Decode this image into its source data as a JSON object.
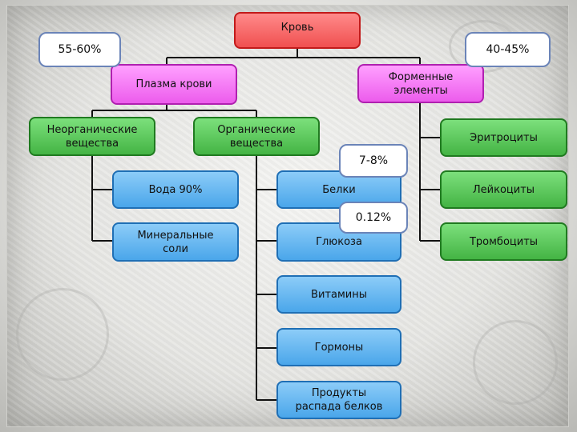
{
  "root": "Кровь",
  "plasma": {
    "label": "Плазма крови",
    "share": "55-60%",
    "inorganic": {
      "label": "Неорганические\nвещества",
      "children": [
        "Вода 90%",
        "Минеральные\nсоли"
      ]
    },
    "organic": {
      "label": "Органические\nвещества",
      "children": [
        "Белки",
        "Глюкоза",
        "Витамины",
        "Гормоны",
        "Продукты\nраспада белков"
      ],
      "protein_share": "7-8%",
      "glucose_share": "0.12%"
    }
  },
  "formed": {
    "label": "Форменные\nэлементы",
    "share": "40-45%",
    "children": [
      "Эритроциты",
      "Лейкоциты",
      "Тромбоциты"
    ]
  },
  "colors": {
    "root": "#f05050",
    "level1": "#ec5cec",
    "level2": "#44b444",
    "leaf": "#4aa6ea"
  }
}
